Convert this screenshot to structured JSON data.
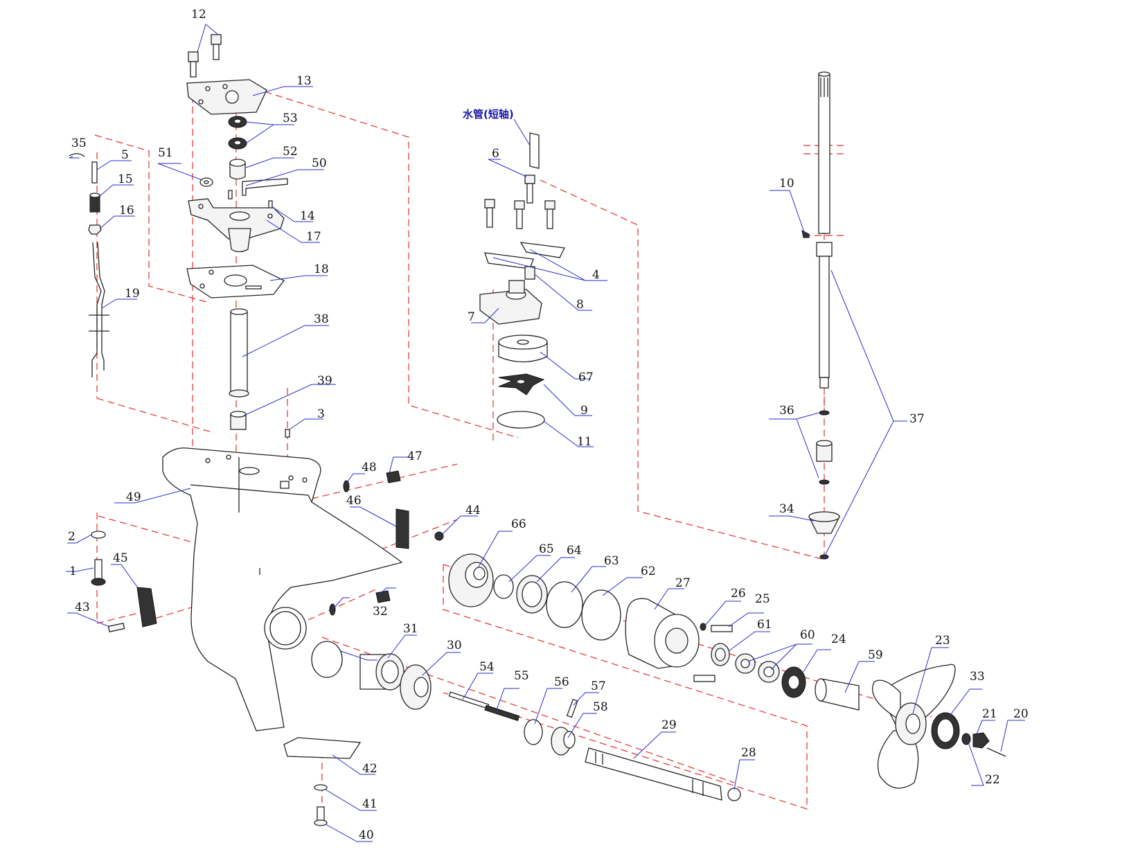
{
  "diagram": {
    "water_tube_label": "水管(短轴)",
    "callouts": [
      "1",
      "2",
      "3",
      "4",
      "5",
      "6",
      "7",
      "8",
      "9",
      "10",
      "11",
      "12",
      "13",
      "14",
      "15",
      "16",
      "17",
      "18",
      "19",
      "20",
      "21",
      "22",
      "23",
      "24",
      "25",
      "26",
      "27",
      "28",
      "29",
      "30",
      "31",
      "32",
      "33",
      "34",
      "35",
      "36",
      "37",
      "38",
      "39",
      "40",
      "41",
      "42",
      "43",
      "44",
      "45",
      "46",
      "47",
      "48",
      "49",
      "50",
      "51",
      "52",
      "53",
      "54",
      "55",
      "56",
      "57",
      "58",
      "59",
      "60",
      "61",
      "62",
      "63",
      "64",
      "65",
      "66",
      "67"
    ]
  }
}
